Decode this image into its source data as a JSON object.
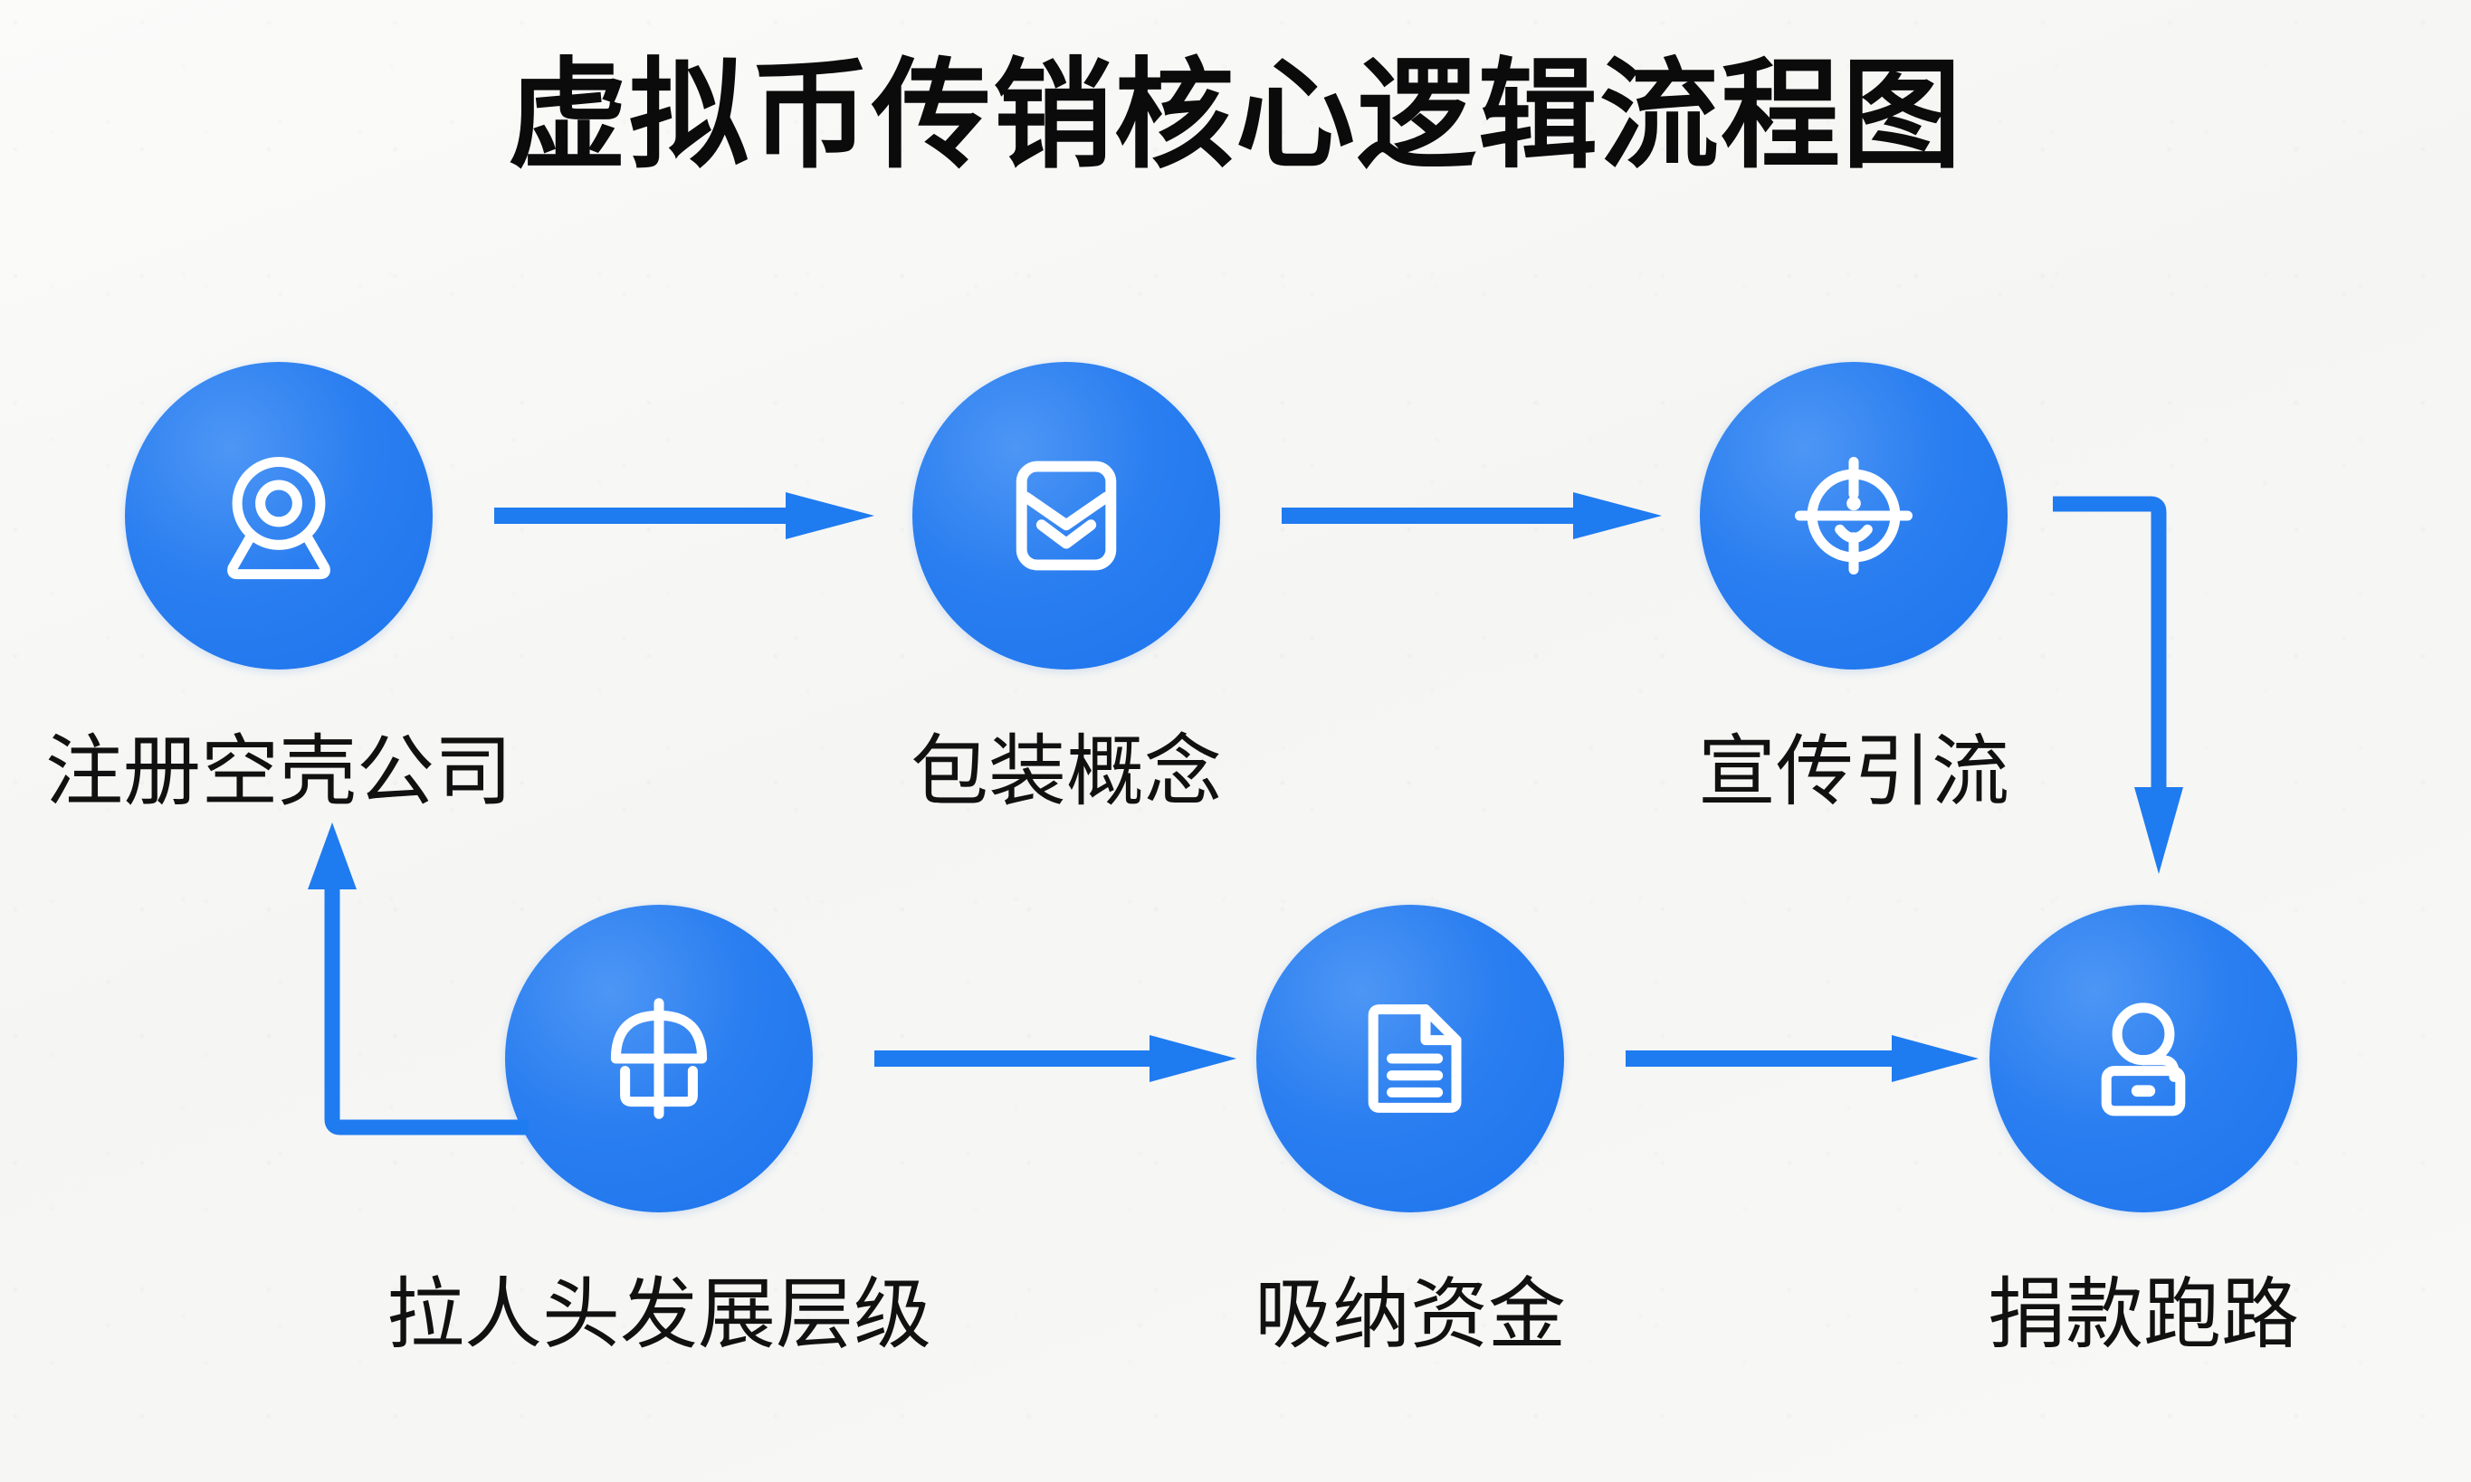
{
  "page": {
    "title": "虚拟币传销核心逻辑流程图",
    "background_color": "#f7f7f5",
    "accent_color": "#2a7ef0",
    "text_color": "#111111"
  },
  "diagram": {
    "type": "flowchart",
    "direction": "snake-left-to-right-then-right-to-left",
    "nodes": [
      {
        "id": "node-1",
        "label": "注册空壳公司",
        "icon": "webcam-person-icon",
        "row": 1,
        "col": 1
      },
      {
        "id": "node-2",
        "label": "包装概念",
        "icon": "envelope-icon",
        "row": 1,
        "col": 2
      },
      {
        "id": "node-3",
        "label": "宣传引流",
        "icon": "crosshair-target-icon",
        "row": 1,
        "col": 3
      },
      {
        "id": "node-4",
        "label": "拉人头发展层级",
        "icon": "umbrella-network-icon",
        "row": 2,
        "col": 1
      },
      {
        "id": "node-5",
        "label": "吸纳资金",
        "icon": "document-lines-icon",
        "row": 2,
        "col": 2
      },
      {
        "id": "node-6",
        "label": "捐款跑路",
        "icon": "person-laptop-icon",
        "row": 2,
        "col": 3
      }
    ],
    "connectors": [
      {
        "id": "conn-1-2",
        "from": "node-1",
        "to": "node-2",
        "shape": "straight",
        "direction": "right"
      },
      {
        "id": "conn-2-3",
        "from": "node-2",
        "to": "node-3",
        "shape": "straight",
        "direction": "right"
      },
      {
        "id": "conn-3-6",
        "from": "node-3",
        "to": "node-6",
        "shape": "elbow",
        "direction": "down"
      },
      {
        "id": "conn-4-5",
        "from": "node-4",
        "to": "node-5",
        "shape": "straight",
        "direction": "right"
      },
      {
        "id": "conn-5-6",
        "from": "node-5",
        "to": "node-6",
        "shape": "straight",
        "direction": "right"
      },
      {
        "id": "conn-4-1",
        "from": "node-4",
        "to": "node-1",
        "shape": "elbow",
        "direction": "up"
      }
    ]
  }
}
